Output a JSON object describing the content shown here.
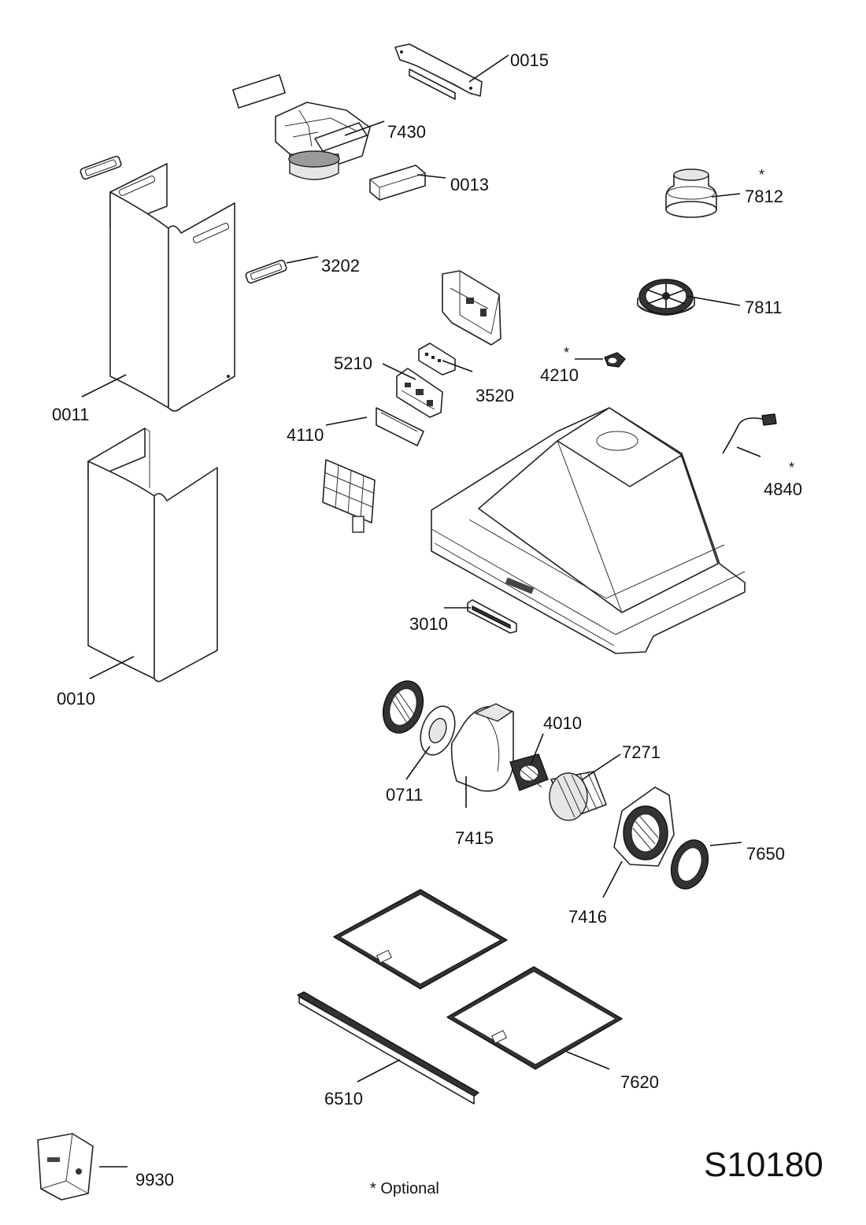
{
  "diagram_code": "S10180",
  "footnote": "* Optional",
  "optional_marker": "*",
  "parts": [
    {
      "id": "p0015",
      "number": "0015",
      "optional": false
    },
    {
      "id": "p7430",
      "number": "7430",
      "optional": false
    },
    {
      "id": "p0013",
      "number": "0013",
      "optional": false
    },
    {
      "id": "p7812",
      "number": "7812",
      "optional": true
    },
    {
      "id": "p3202",
      "number": "3202",
      "optional": false
    },
    {
      "id": "p7811",
      "number": "7811",
      "optional": false
    },
    {
      "id": "p5210",
      "number": "5210",
      "optional": false
    },
    {
      "id": "p3520",
      "number": "3520",
      "optional": false
    },
    {
      "id": "p4210",
      "number": "4210",
      "optional": true
    },
    {
      "id": "p0011",
      "number": "0011",
      "optional": false
    },
    {
      "id": "p4110",
      "number": "4110",
      "optional": false
    },
    {
      "id": "p4840",
      "number": "4840",
      "optional": true
    },
    {
      "id": "p3010",
      "number": "3010",
      "optional": false
    },
    {
      "id": "p0010",
      "number": "0010",
      "optional": false
    },
    {
      "id": "p4010",
      "number": "4010",
      "optional": false
    },
    {
      "id": "p7271",
      "number": "7271",
      "optional": false
    },
    {
      "id": "p0711",
      "number": "0711",
      "optional": false
    },
    {
      "id": "p7415",
      "number": "7415",
      "optional": false
    },
    {
      "id": "p7650",
      "number": "7650",
      "optional": false
    },
    {
      "id": "p7416",
      "number": "7416",
      "optional": false
    },
    {
      "id": "p7620",
      "number": "7620",
      "optional": false
    },
    {
      "id": "p6510",
      "number": "6510",
      "optional": false
    },
    {
      "id": "p9930",
      "number": "9930",
      "optional": false
    }
  ]
}
